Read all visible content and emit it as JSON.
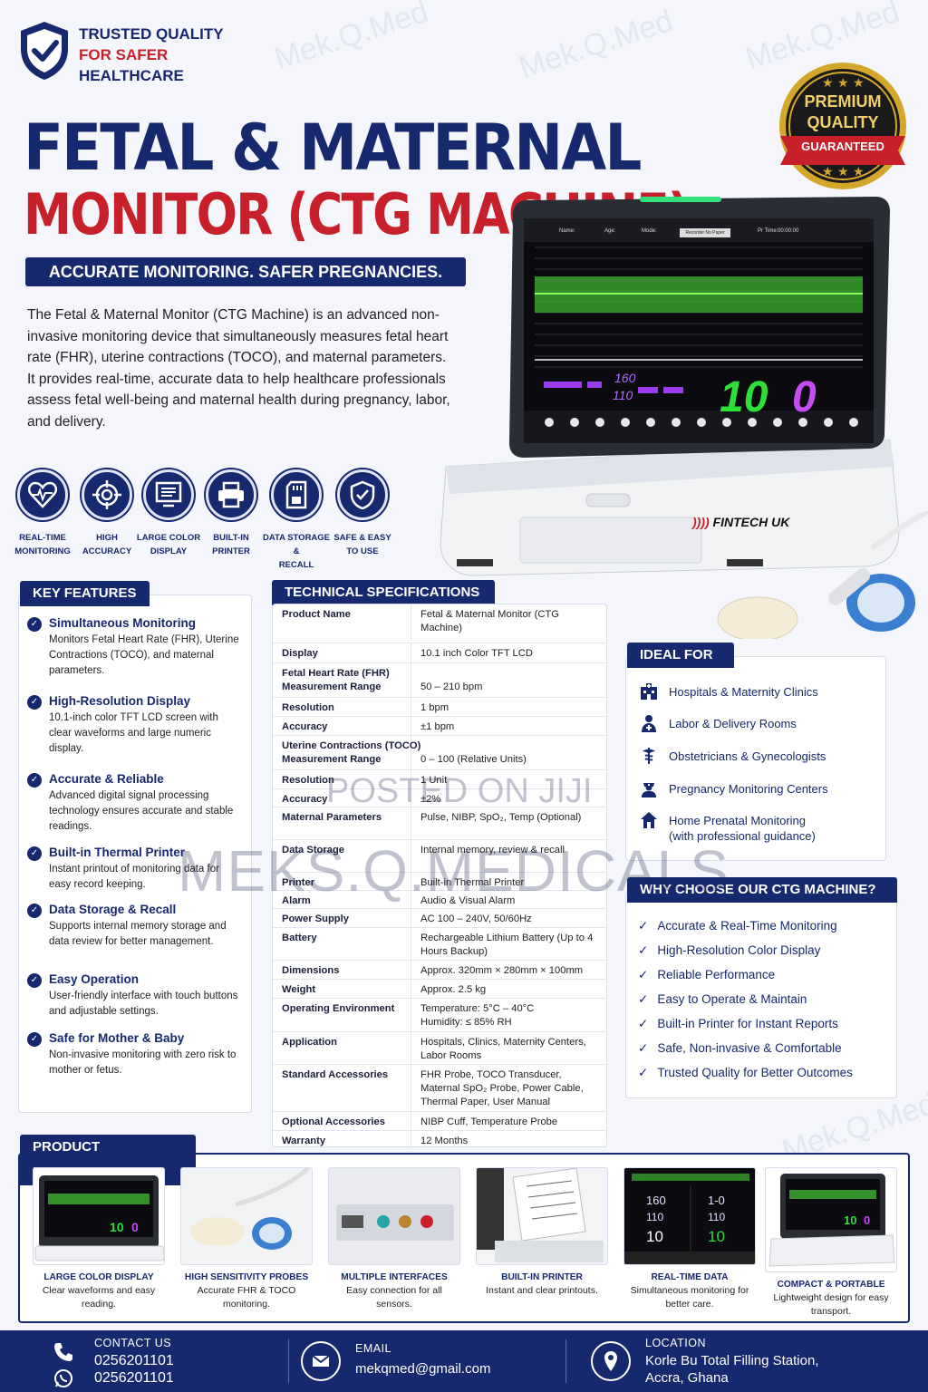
{
  "badge": {
    "line1": "TRUSTED QUALITY",
    "line2": "FOR SAFER",
    "line3": "HEALTHCARE"
  },
  "title": {
    "line1": "FETAL & MATERNAL",
    "line2": "MONITOR (CTG MACHINE)"
  },
  "tagline": "ACCURATE MONITORING. SAFER PREGNANCIES.",
  "intro": "The Fetal & Maternal Monitor (CTG Machine) is an advanced non-invasive monitoring device that simultaneously measures fetal heart rate (FHR), uterine contractions (TOCO), and maternal parameters. It provides real-time, accurate data to help healthcare professionals assess fetal well-being and maternal health during pregnancy, labor, and delivery.",
  "premium": {
    "line1": "PREMIUM",
    "line2": "QUALITY",
    "line3": "GUARANTEED"
  },
  "device": {
    "brand": "FINTECH UK",
    "screen": {
      "fhr_high": "160",
      "fhr_low": "110",
      "big1": "10",
      "big2": "0",
      "status": "Recorder No Paper",
      "time_label": "Pr Time:",
      "time": "00:00:00",
      "name_label": "Name:",
      "age_label": "Age:",
      "mode_label": "Mode:"
    }
  },
  "feature_icons": [
    {
      "line1": "REAL-TIME",
      "line2": "MONITORING",
      "icon": "heartbeat-icon"
    },
    {
      "line1": "HIGH",
      "line2": "ACCURACY",
      "icon": "target-icon"
    },
    {
      "line1": "LARGE COLOR",
      "line2": "DISPLAY",
      "icon": "display-icon"
    },
    {
      "line1": "BUILT-IN",
      "line2": "PRINTER",
      "icon": "printer-icon"
    },
    {
      "line1": "DATA STORAGE &",
      "line2": "RECALL",
      "icon": "sd-card-icon"
    },
    {
      "line1": "SAFE & EASY",
      "line2": "TO USE",
      "icon": "shield-check-icon"
    }
  ],
  "key_features": {
    "heading": "KEY FEATURES",
    "items": [
      {
        "title": "Simultaneous Monitoring",
        "desc": "Monitors Fetal Heart Rate (FHR), Uterine Contractions (TOCO), and maternal parameters."
      },
      {
        "title": "High-Resolution Display",
        "desc": "10.1-inch color TFT LCD screen with clear waveforms and large numeric display."
      },
      {
        "title": "Accurate & Reliable",
        "desc": "Advanced digital signal processing technology ensures accurate and stable readings."
      },
      {
        "title": "Built-in Thermal Printer",
        "desc": "Instant printout of monitoring data for easy record keeping."
      },
      {
        "title": "Data Storage & Recall",
        "desc": "Supports internal memory storage and data review for better management."
      },
      {
        "title": "Easy Operation",
        "desc": "User-friendly interface with touch buttons and adjustable settings."
      },
      {
        "title": "Safe for Mother & Baby",
        "desc": "Non-invasive monitoring with zero risk to mother or fetus."
      }
    ]
  },
  "specs": {
    "heading": "TECHNICAL SPECIFICATIONS",
    "rows": [
      {
        "k": "Product Name",
        "v": "Fetal & Maternal Monitor (CTG Machine)"
      },
      {
        "k": "Display",
        "v": "10.1 inch Color TFT LCD"
      },
      {
        "k": "Fetal Heart Rate (FHR) Measurement Range",
        "v": "50 – 210 bpm"
      },
      {
        "k": "Resolution",
        "v": "1 bpm"
      },
      {
        "k": "Accuracy",
        "v": "±1 bpm"
      },
      {
        "k": "Uterine Contractions (TOCO) Measurement Range",
        "v": "0 – 100 (Relative Units)"
      },
      {
        "k": "Resolution",
        "v": "1 Unit"
      },
      {
        "k": "Accuracy",
        "v": "±2%"
      },
      {
        "k": "Maternal Parameters",
        "v": "Pulse, NIBP, SpO₂, Temp (Optional)"
      },
      {
        "k": "Data Storage",
        "v": "Internal memory, review & recall"
      },
      {
        "k": "Printer",
        "v": "Built-in Thermal Printer"
      },
      {
        "k": "Alarm",
        "v": "Audio & Visual Alarm"
      },
      {
        "k": "Power Supply",
        "v": "AC 100 – 240V, 50/60Hz"
      },
      {
        "k": "Battery",
        "v": "Rechargeable Lithium Battery (Up to 4 Hours Backup)"
      },
      {
        "k": "Dimensions",
        "v": "Approx. 320mm × 280mm × 100mm"
      },
      {
        "k": "Weight",
        "v": "Approx. 2.5 kg"
      },
      {
        "k": "Operating Environment",
        "v": "Temperature: 5°C – 40°C Humidity: ≤ 85% RH"
      },
      {
        "k": "Application",
        "v": "Hospitals, Clinics, Maternity Centers, Labor Rooms"
      },
      {
        "k": "Standard Accessories",
        "v": "FHR Probe, TOCO Transducer, Maternal SpO₂ Probe, Power Cable, Thermal Paper, User Manual"
      },
      {
        "k": "Optional Accessories",
        "v": "NIBP Cuff, Temperature Probe"
      },
      {
        "k": "Warranty",
        "v": "12 Months"
      }
    ]
  },
  "ideal_for": {
    "heading": "IDEAL FOR",
    "items": [
      {
        "text": "Hospitals & Maternity Clinics",
        "icon": "hospital-icon"
      },
      {
        "text": "Labor & Delivery Rooms",
        "icon": "doctor-icon"
      },
      {
        "text": "Obstetricians & Gynecologists",
        "icon": "caduceus-icon"
      },
      {
        "text": "Pregnancy Monitoring Centers",
        "icon": "nurse-icon"
      },
      {
        "text": "Home Prenatal Monitoring (with professional guidance)",
        "icon": "home-icon"
      }
    ]
  },
  "why": {
    "heading": "WHY CHOOSE OUR CTG MACHINE?",
    "items": [
      "Accurate & Real-Time Monitoring",
      "High-Resolution Color Display",
      "Reliable Performance",
      "Easy to Operate & Maintain",
      "Built-in Printer for Instant Reports",
      "Safe, Non-invasive & Comfortable",
      "Trusted Quality for Better Outcomes"
    ]
  },
  "highlights": {
    "heading": "PRODUCT HIGHLIGHTS",
    "items": [
      {
        "title": "LARGE COLOR DISPLAY",
        "desc": "Clear waveforms and easy reading."
      },
      {
        "title": "HIGH SENSITIVITY PROBES",
        "desc": "Accurate FHR & TOCO monitoring."
      },
      {
        "title": "MULTIPLE INTERFACES",
        "desc": "Easy connection for all sensors."
      },
      {
        "title": "BUILT-IN PRINTER",
        "desc": "Instant and clear printouts."
      },
      {
        "title": "REAL-TIME DATA",
        "desc": "Simultaneous monitoring for better care."
      },
      {
        "title": "COMPACT & PORTABLE",
        "desc": "Lightweight design for easy transport."
      }
    ],
    "realtime_values": {
      "a": "160",
      "b": "1-0",
      "c": "110",
      "d": "110",
      "e": "10",
      "f": "10"
    }
  },
  "footer": {
    "contact_label": "CONTACT US",
    "phone1": "0256201101",
    "phone2": "0256201101",
    "email_label": "EMAIL",
    "email": "mekqmed@gmail.com",
    "location_label": "LOCATION",
    "location_line1": "Korle Bu Total Filling Station,",
    "location_line2": "Accra, Ghana"
  },
  "watermarks": {
    "posted": "POSTED ON JIJI",
    "brand": "MEKS.Q.MEDICALS",
    "logo": "Mek.Q.Med"
  },
  "colors": {
    "navy": "#16286e",
    "red": "#c8202b",
    "gold": "#d4a72c"
  }
}
